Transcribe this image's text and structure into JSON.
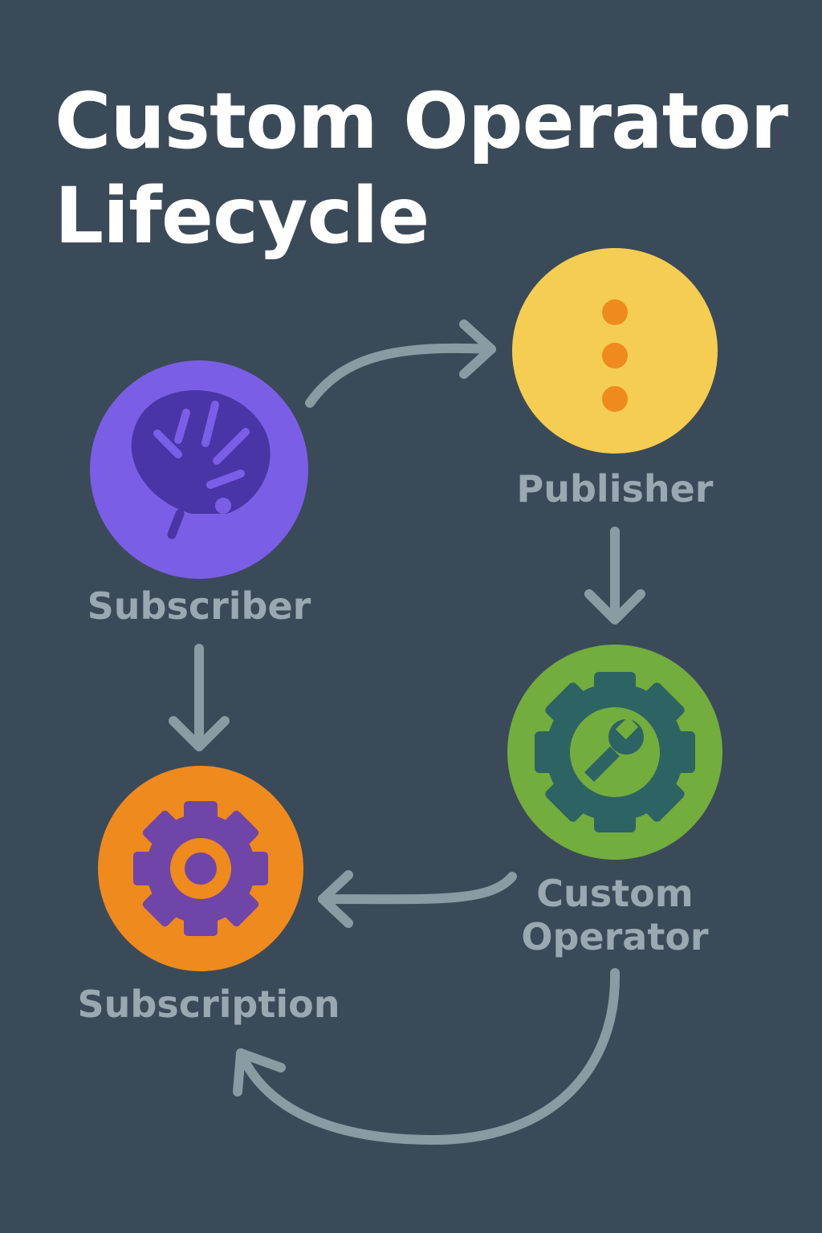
{
  "title": {
    "line1": "Custom Operator",
    "line2": "Lifecycle"
  },
  "nodes": {
    "subscriber": {
      "label": "Subscriber",
      "icon": "monstera-leaf-icon",
      "color": "#7b5ee6",
      "icon_color": "#4a35a6"
    },
    "publisher": {
      "label": "Publisher",
      "icon": "vertical-dots-icon",
      "color": "#f5cd52",
      "icon_color": "#ee8a1e"
    },
    "custom_operator": {
      "label_line1": "Custom",
      "label_line2": "Operator",
      "icon": "gear-wrench-icon",
      "color": "#72ad3e",
      "icon_color": "#2e6363"
    },
    "subscription": {
      "label": "Subscription",
      "icon": "gear-icon",
      "color": "#ee8a1e",
      "icon_color": "#7045a8"
    }
  },
  "colors": {
    "background": "#3b4a58",
    "arrow": "#8a9ba3",
    "label": "#9aa8b2",
    "title": "#ffffff"
  }
}
